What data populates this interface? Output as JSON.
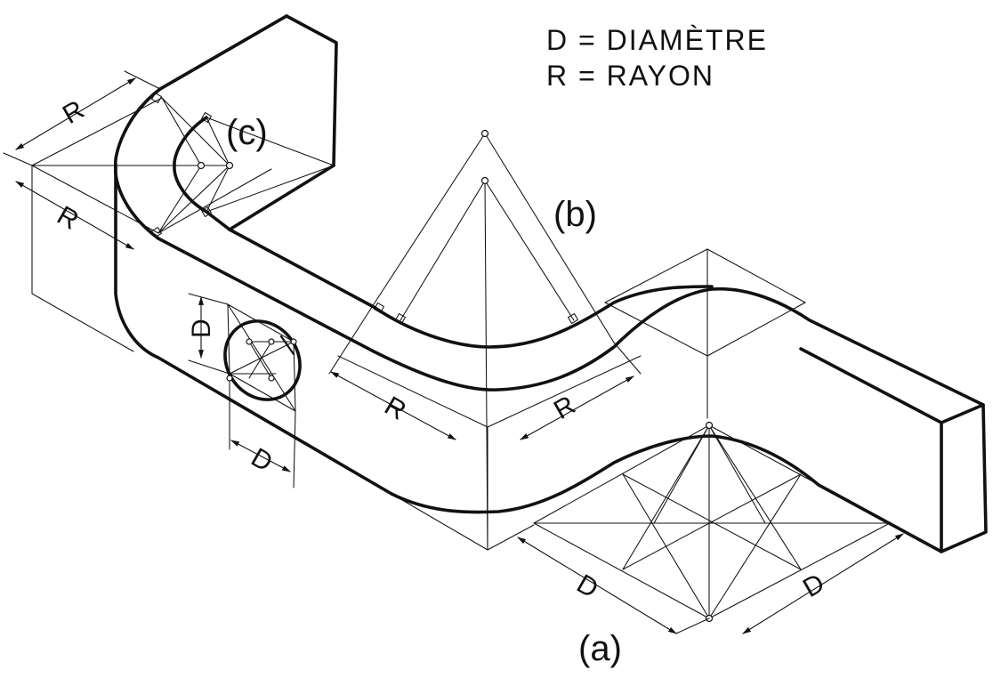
{
  "legend": {
    "line1": "D = DIAMÈTRE",
    "line2": "R = RAYON"
  },
  "labels": {
    "a": "(a)",
    "b": "(b)",
    "c": "(c)"
  },
  "dimensions": {
    "radius": "R",
    "diameter": "D"
  },
  "colors": {
    "ink": "#111111",
    "paper": "#ffffff"
  }
}
